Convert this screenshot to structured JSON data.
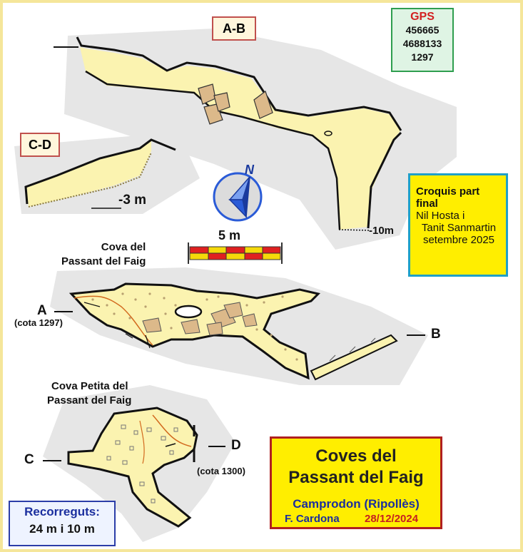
{
  "section_ab": {
    "label": "A-B"
  },
  "section_cd": {
    "label": "C-D"
  },
  "gps": {
    "heading": "GPS",
    "line1": "456665",
    "line2": "4688133",
    "line3": "1297"
  },
  "depths": {
    "cd_depth": "-3 m",
    "ab_depth": "-10m"
  },
  "north_arrow": {
    "label": "N"
  },
  "scale": {
    "label": "5 m"
  },
  "credit": {
    "line1": "Croquis part",
    "line2": "final",
    "line3": "Nil Hosta i",
    "line4": "Tanit Sanmartin",
    "line5": "setembre 2025"
  },
  "cave1": {
    "name_line1": "Cova del",
    "name_line2": "Passant del Faig",
    "point_a": "A",
    "point_a_elev": "(cota 1297)",
    "point_b": "B"
  },
  "cave2": {
    "name_line1": "Cova Petita del",
    "name_line2": "Passant del Faig",
    "point_c": "C",
    "point_d": "D",
    "point_d_elev": "(cota 1300)"
  },
  "title_box": {
    "title_line1": "Coves del",
    "title_line2": "Passant del Faig",
    "place": "Camprodon  (Ripollès)",
    "author": "F. Cardona",
    "date": "28/12/2024"
  },
  "recorreguts": {
    "heading": "Recorreguts:",
    "value": "24 m i 10 m"
  },
  "colors": {
    "cave_fill": "#fbf3b0",
    "background_halo": "#e6e6e6",
    "rock": "#dcb98a",
    "border": "#f5e69a",
    "scale_red": "#e02020",
    "scale_yellow": "#f5d90a",
    "compass_blue": "#2a5bd7"
  }
}
